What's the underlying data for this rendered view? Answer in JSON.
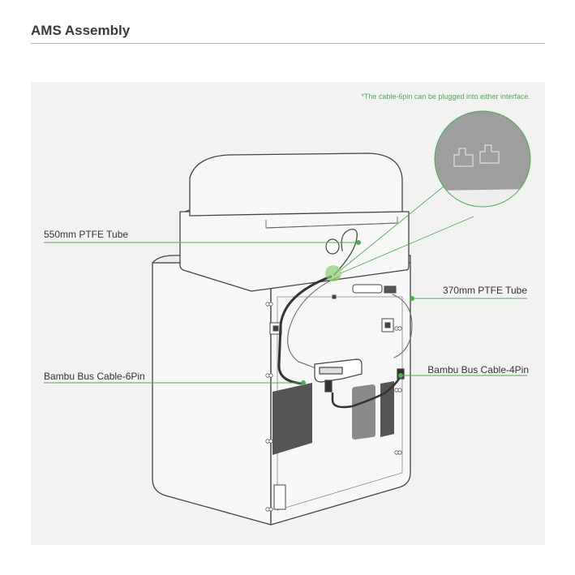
{
  "header": {
    "title": "AMS Assembly"
  },
  "diagram": {
    "note": "*The cable-6pin can be plugged into either interface.",
    "callouts": {
      "ptfe_550": "550mm PTFE Tube",
      "ptfe_370": "370mm PTFE Tube",
      "cable_6pin": "Bambu Bus Cable-6Pin",
      "cable_4pin": "Bambu Bus Cable-4Pin"
    },
    "colors": {
      "accent": "#4caf50",
      "panel": "#f2f2f2",
      "device_fill": "#f7f7f7",
      "device_stroke": "#444444",
      "vent": "#555555",
      "cable": "#333333"
    }
  }
}
